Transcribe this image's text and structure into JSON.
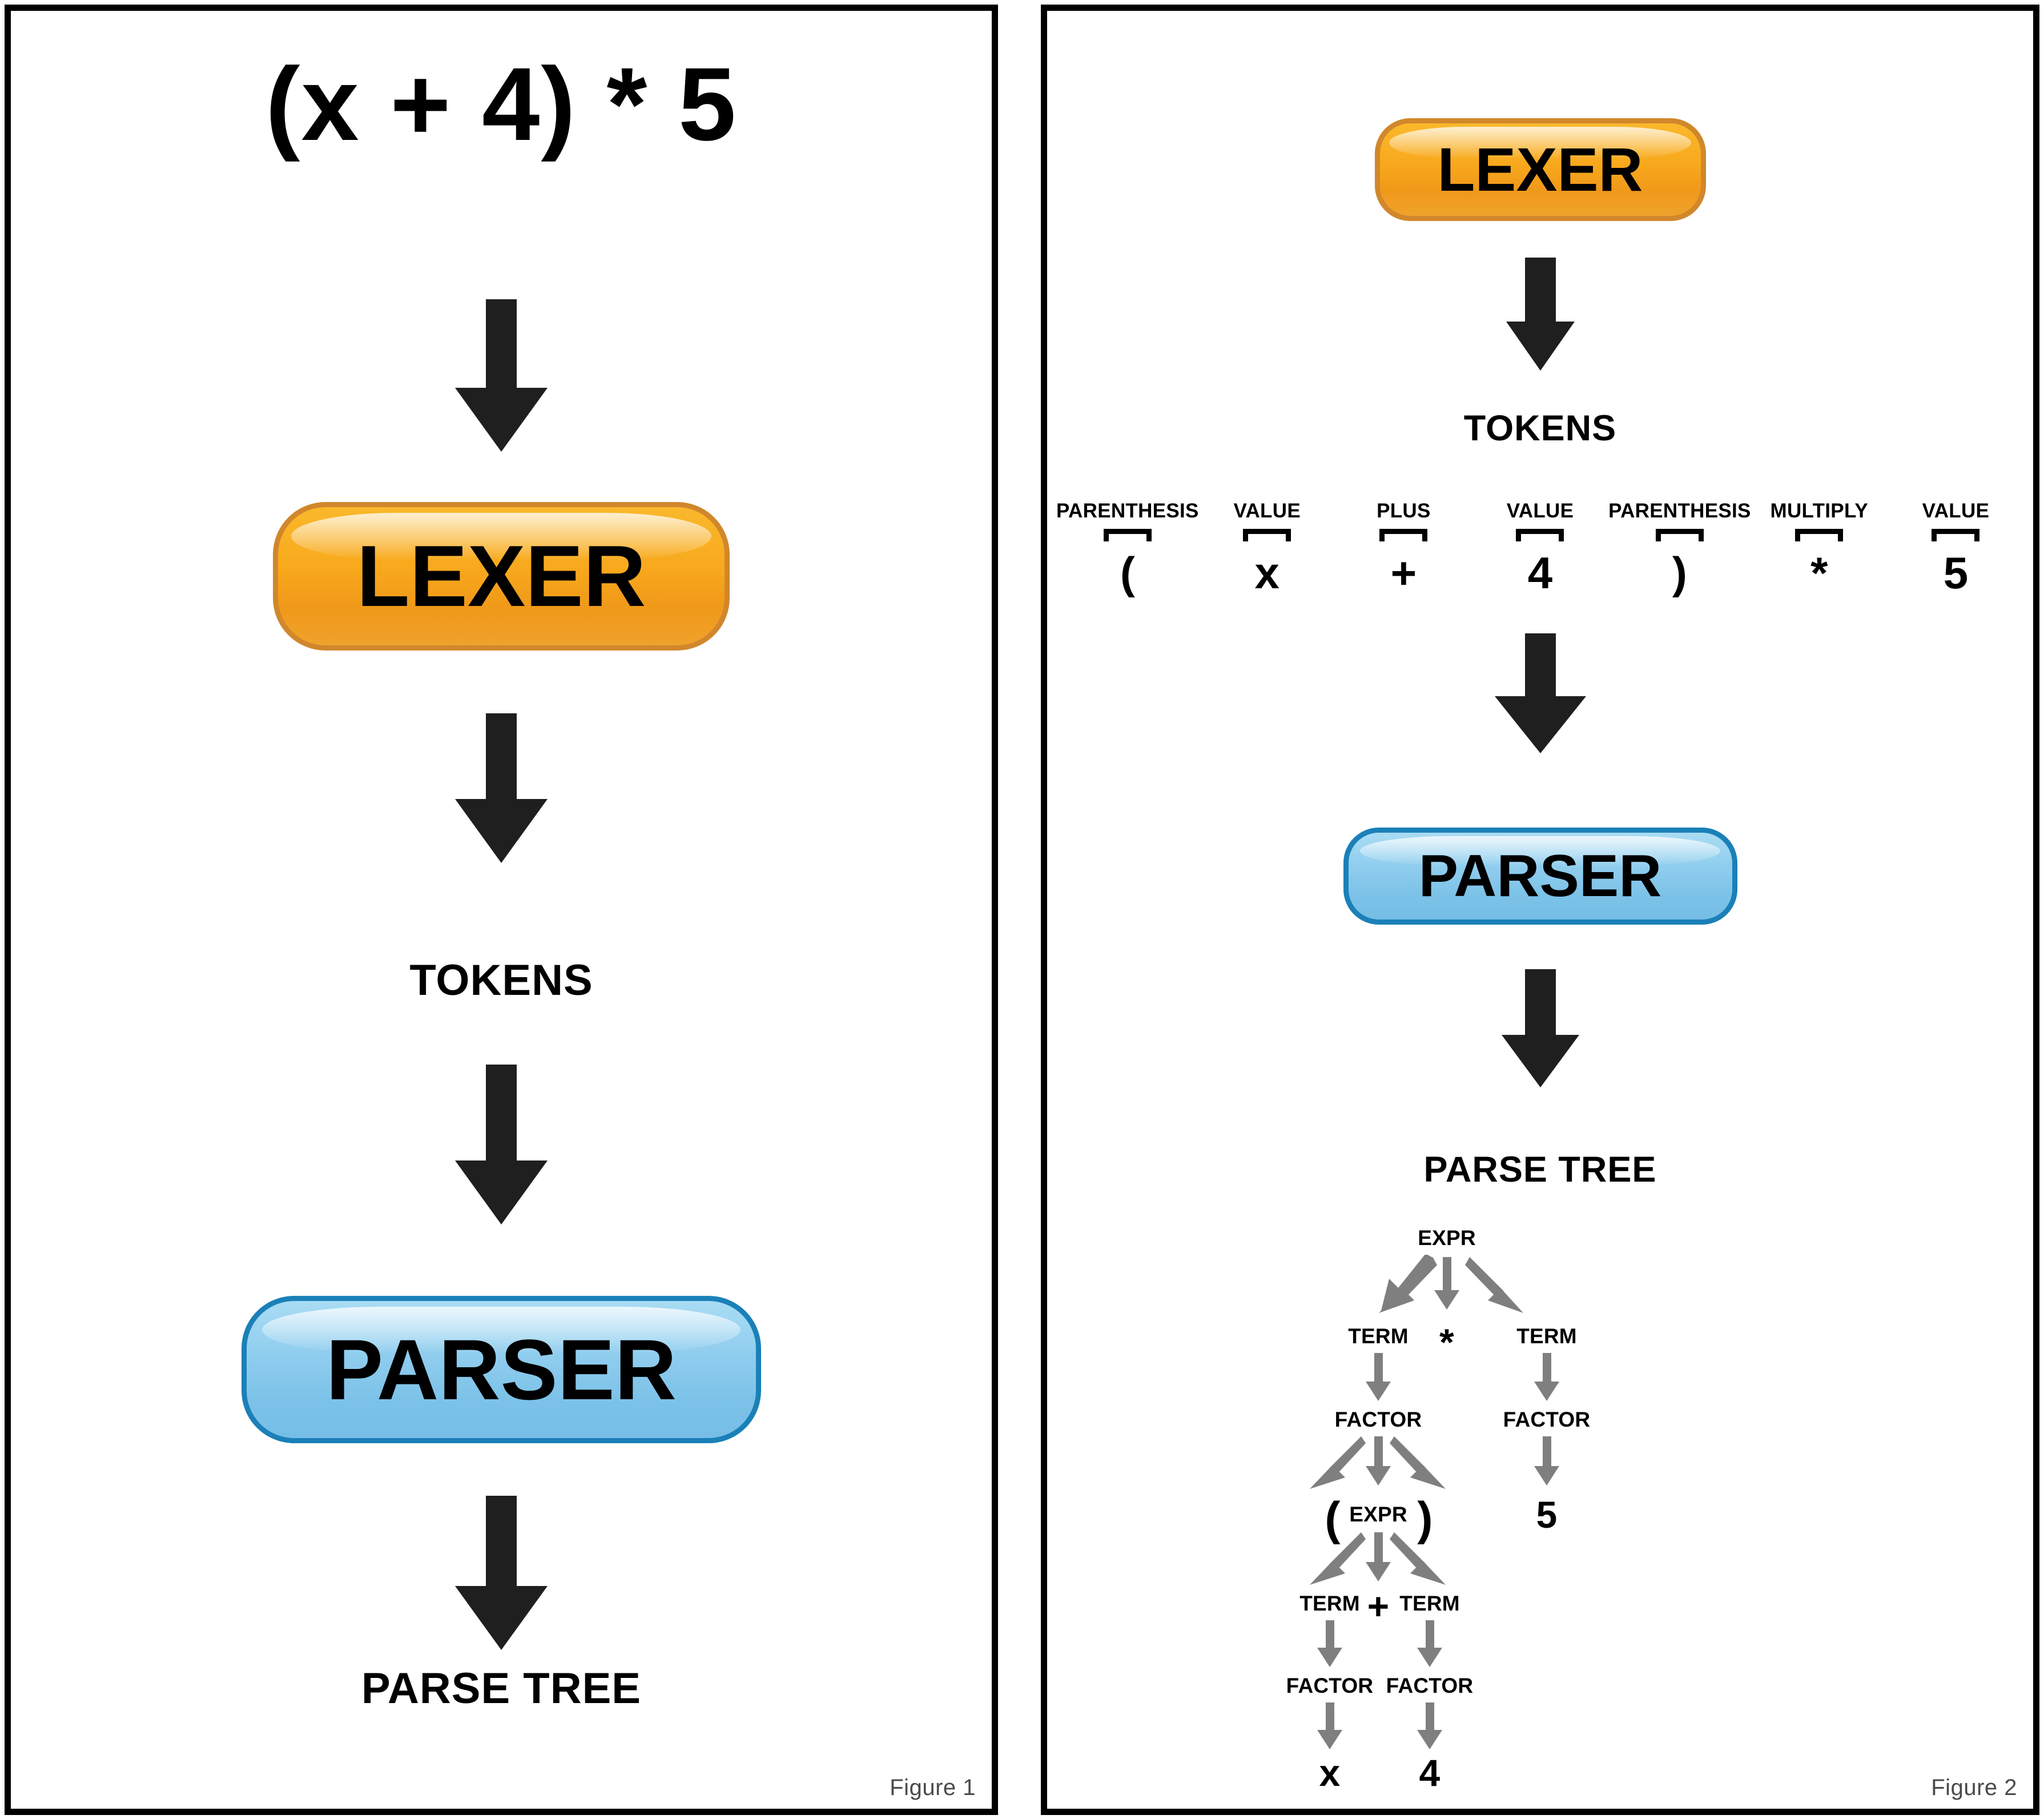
{
  "figure_left": {
    "caption": "Figure 1",
    "expression": "(x + 4) * 5",
    "stages": {
      "lexer": "LEXER",
      "tokens": "TOKENS",
      "parser": "PARSER",
      "parse_tree": "PARSE TREE"
    }
  },
  "figure_right": {
    "caption": "Figure 2",
    "stages": {
      "lexer": "LEXER",
      "tokens": "TOKENS",
      "parser": "PARSER",
      "parse_tree": "PARSE TREE"
    },
    "tokens": [
      {
        "name": "PARENTHESIS",
        "symbol": "("
      },
      {
        "name": "VALUE",
        "symbol": "x"
      },
      {
        "name": "PLUS",
        "symbol": "+"
      },
      {
        "name": "VALUE",
        "symbol": "4"
      },
      {
        "name": "PARENTHESIS",
        "symbol": ")"
      },
      {
        "name": "MULTIPLY",
        "symbol": "*"
      },
      {
        "name": "VALUE",
        "symbol": "5"
      }
    ],
    "tree_nodes": {
      "root": "EXPR",
      "l1_term": "TERM",
      "l1_op": "*",
      "l1_term_right": "TERM",
      "l2_factor": "FACTOR",
      "l2_factor_right": "FACTOR",
      "l3_lparen": "(",
      "l3_expr": "EXPR",
      "l3_rparen": ")",
      "l3_value_right": "5",
      "l4_term_left": "TERM",
      "l4_op": "+",
      "l4_term_right": "TERM",
      "l5_factor_left": "FACTOR",
      "l5_factor_right": "FACTOR",
      "l6_value_left": "x",
      "l6_value_right": "4"
    }
  },
  "colors": {
    "lexer_fill": "#F8A81C",
    "lexer_border": "#D1872B",
    "parser_fill": "#7CC2E8",
    "parser_border": "#1B80B8",
    "arrow_black": "#1F1F1F",
    "arrow_gray": "#7F7F7F",
    "panel_border": "#000000",
    "caption_text": "#4A4A4A"
  }
}
